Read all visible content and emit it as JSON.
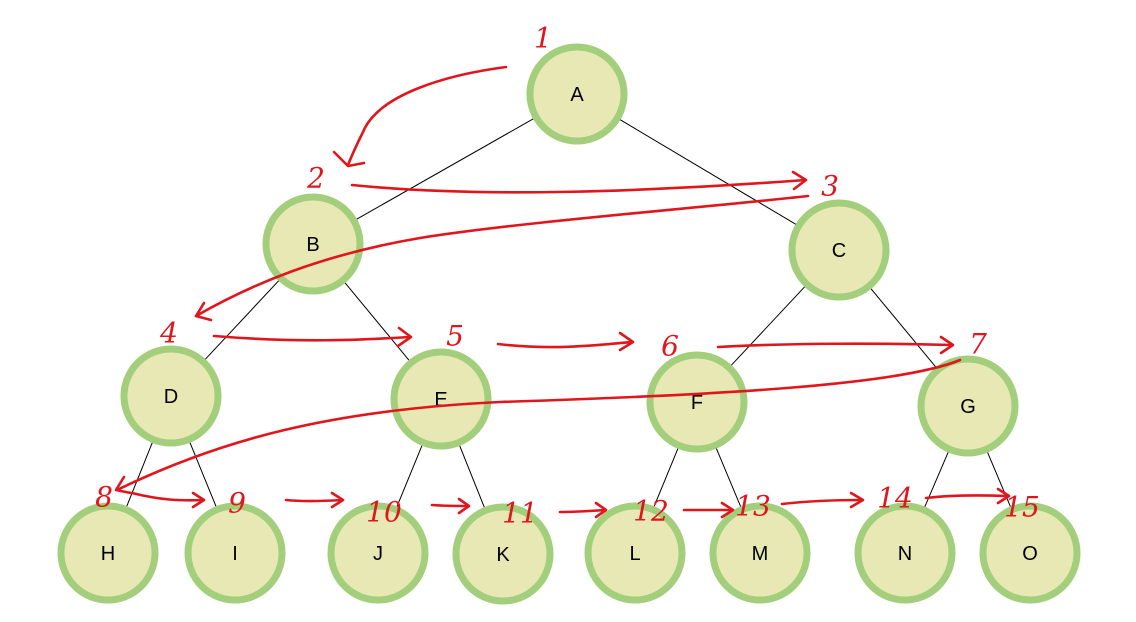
{
  "diagram": {
    "type": "binary-tree-level-order-traversal",
    "colors": {
      "node_fill": "#e8e8b4",
      "node_border": "#a3cf7c",
      "edge": "#000000",
      "annotation": "#e0161c"
    },
    "nodes": [
      {
        "id": "A",
        "label": "A"
      },
      {
        "id": "B",
        "label": "B"
      },
      {
        "id": "C",
        "label": "C"
      },
      {
        "id": "D",
        "label": "D"
      },
      {
        "id": "E",
        "label": "E"
      },
      {
        "id": "F",
        "label": "F"
      },
      {
        "id": "G",
        "label": "G"
      },
      {
        "id": "H",
        "label": "H"
      },
      {
        "id": "I",
        "label": "I"
      },
      {
        "id": "J",
        "label": "J"
      },
      {
        "id": "K",
        "label": "K"
      },
      {
        "id": "L",
        "label": "L"
      },
      {
        "id": "M",
        "label": "M"
      },
      {
        "id": "N",
        "label": "N"
      },
      {
        "id": "O",
        "label": "O"
      }
    ],
    "edges": [
      [
        "A",
        "B"
      ],
      [
        "A",
        "C"
      ],
      [
        "B",
        "D"
      ],
      [
        "B",
        "E"
      ],
      [
        "C",
        "F"
      ],
      [
        "C",
        "G"
      ],
      [
        "D",
        "H"
      ],
      [
        "D",
        "I"
      ],
      [
        "E",
        "J"
      ],
      [
        "E",
        "K"
      ],
      [
        "F",
        "L"
      ],
      [
        "F",
        "M"
      ],
      [
        "G",
        "N"
      ],
      [
        "G",
        "O"
      ]
    ],
    "annotations": {
      "order_numbers": [
        "1",
        "2",
        "3",
        "4",
        "5",
        "6",
        "7",
        "8",
        "9",
        "10",
        "11",
        "12",
        "13",
        "14",
        "15"
      ]
    }
  }
}
